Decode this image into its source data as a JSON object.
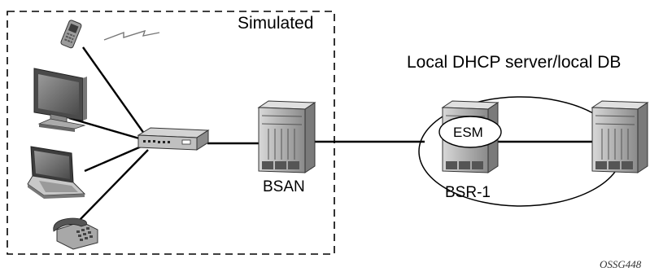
{
  "labels": {
    "simulated": "Simulated",
    "bsan": "BSAN",
    "bsr1": "BSR-1",
    "esm": "ESM",
    "dhcp": "Local DHCP server/local DB",
    "figure_code": "OSSG448"
  },
  "colors": {
    "line": "#000000",
    "device_body": "#b8b8b8",
    "device_dark": "#6a6a6a",
    "device_light": "#e6e6e6",
    "ellipse_fill": "#ffffff"
  },
  "icons": [
    "mobile-phone-icon",
    "wireless-signal-icon",
    "desktop-monitor-icon",
    "network-switch-icon",
    "laptop-icon",
    "desk-phone-icon",
    "router-chassis-icon"
  ]
}
